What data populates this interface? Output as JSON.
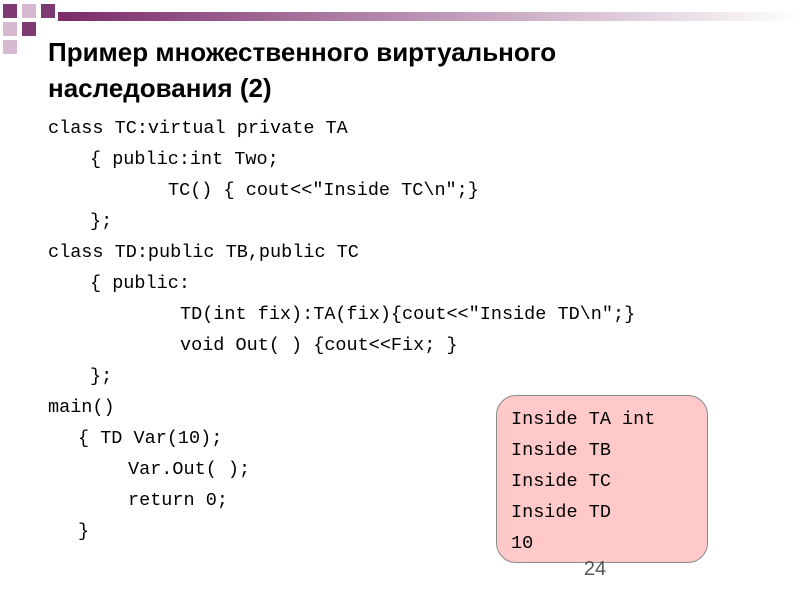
{
  "slide": {
    "title_line1": "Пример множественного виртуального",
    "title_line2": "наследования (2)",
    "page_number": "24"
  },
  "code_lines": [
    "class TC:virtual private TA",
    "{ public:int Two;",
    "TC() { cout<<\"Inside TC\\n\";}",
    "};",
    "class TD:public TB,public TC",
    "{ public:",
    "TD(int fix):TA(fix){cout<<\"Inside TD\\n\";}",
    "void Out( ) {cout<<Fix; }",
    "};",
    "main()",
    "{ TD Var(10);",
    "Var.Out( );",
    "return 0;",
    "}"
  ],
  "output_lines": [
    "Inside TA int",
    "Inside TB",
    "Inside TC",
    "Inside TD",
    "10"
  ],
  "colors": {
    "accent": "#7e3a73",
    "output_background": "#ffc9c9"
  }
}
